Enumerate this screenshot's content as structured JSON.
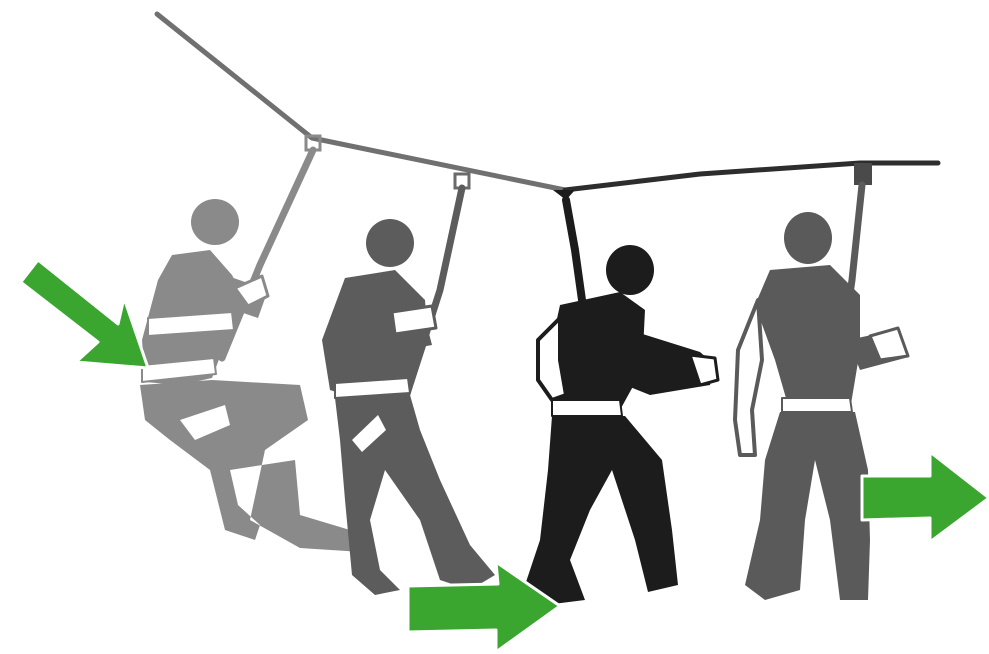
{
  "illustration": {
    "subject": "zipline-harness-sequence",
    "figures": [
      {
        "id": "figure-1",
        "shade": "#8a8a8a",
        "pose": "sitting-in-harness"
      },
      {
        "id": "figure-2",
        "shade": "#5c5c5c",
        "pose": "leaning-back"
      },
      {
        "id": "figure-3",
        "shade": "#1c1c1c",
        "pose": "standing-walking"
      },
      {
        "id": "figure-4",
        "shade": "#5a5a5a",
        "pose": "standing-upright"
      }
    ],
    "arrows": [
      {
        "id": "arrow-1",
        "direction": "down-right",
        "color": "#3aa52f"
      },
      {
        "id": "arrow-2",
        "direction": "right",
        "color": "#3aa52f"
      },
      {
        "id": "arrow-3",
        "direction": "right",
        "color": "#3aa52f"
      }
    ],
    "colors": {
      "accent_green": "#3aa52f",
      "cable": "#6e6e6e",
      "cable_dark": "#2a2a2a",
      "background": "#ffffff"
    }
  }
}
